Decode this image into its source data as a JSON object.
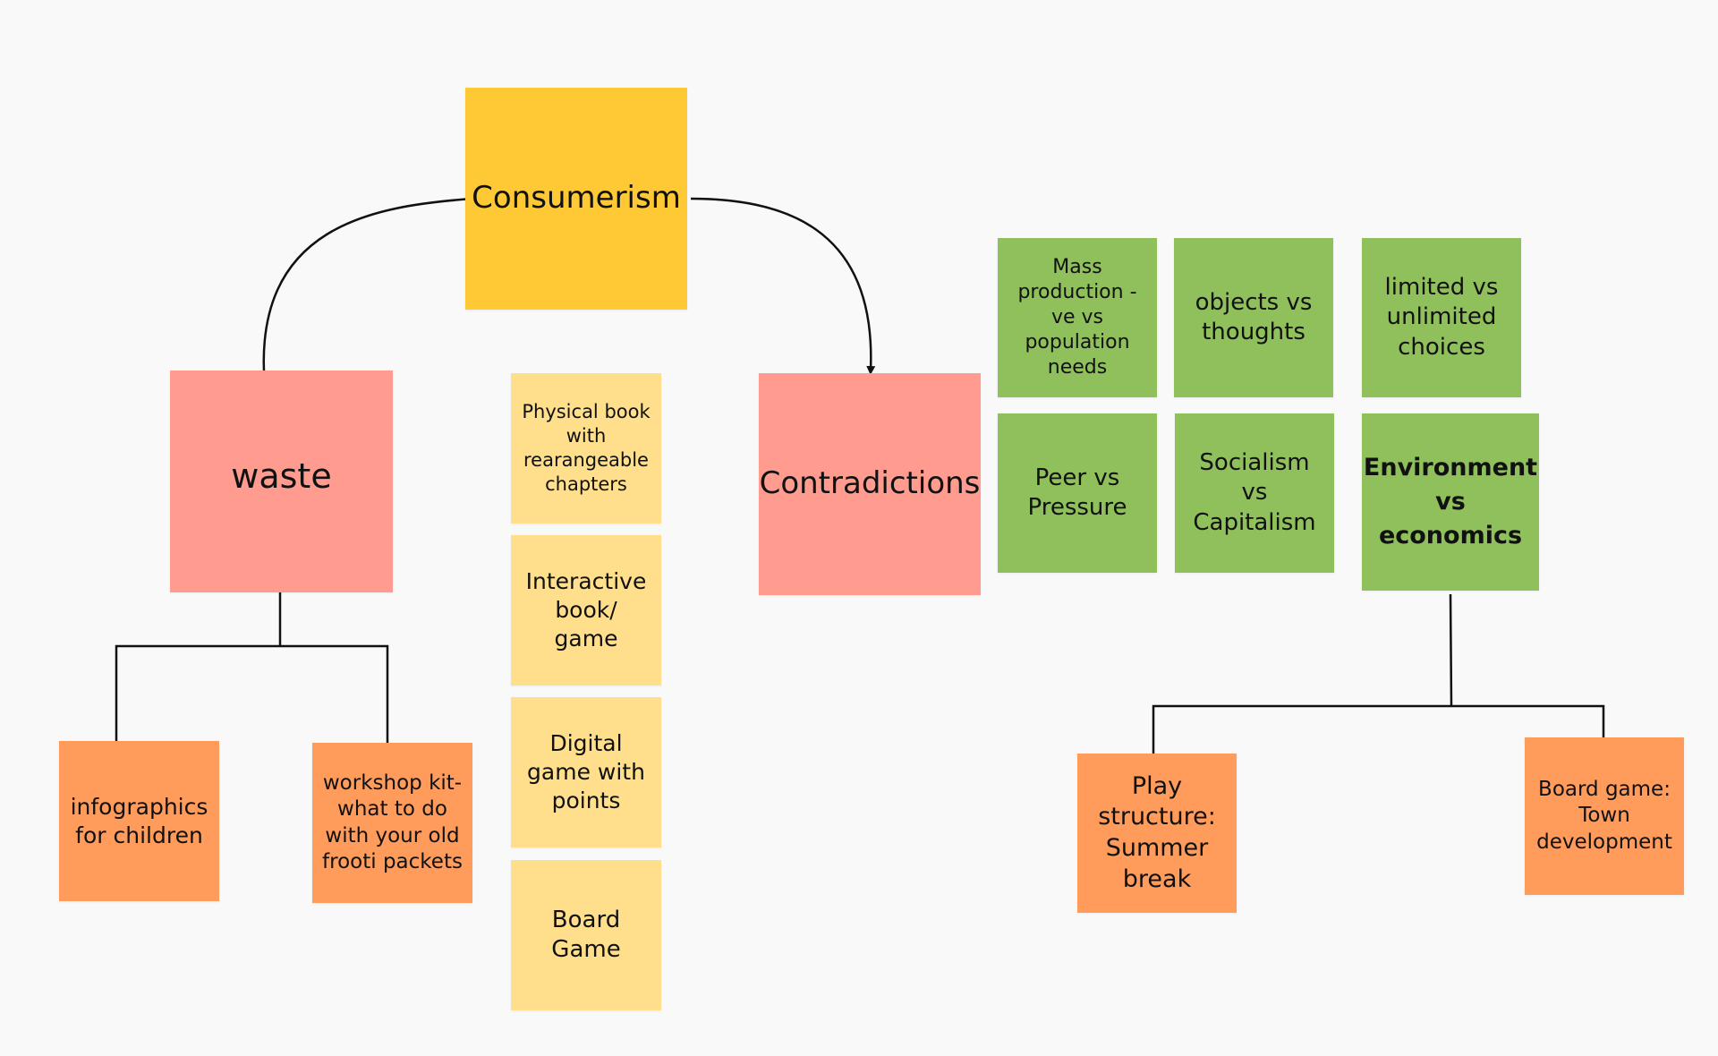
{
  "colors": {
    "background": "#f9f9f9",
    "root": "#FFC935",
    "category": "#FF9B8F",
    "idea": "#FFDF8B",
    "outcome": "#FF9C5C",
    "contradiction": "#8FC05B",
    "connector": "#111111"
  },
  "root": {
    "label": "Consumerism"
  },
  "waste": {
    "label": "waste",
    "children": [
      {
        "label": "infographics for children"
      },
      {
        "label": "workshop kit- what to do with your old frooti packets"
      }
    ]
  },
  "ideas": [
    {
      "label": "Physical book with rearangeable chapters"
    },
    {
      "label": "Interactive book/ game"
    },
    {
      "label": "Digital game with points"
    },
    {
      "label": "Board Game"
    }
  ],
  "contradictions": {
    "label": "Contradictions",
    "items": [
      {
        "label": "Mass production -ve vs population needs"
      },
      {
        "label": "objects vs thoughts"
      },
      {
        "label": "limited vs unlimited choices"
      },
      {
        "label": "Peer vs Pressure"
      },
      {
        "label": "Socialism vs Capitalism"
      },
      {
        "label": "Environment vs economics"
      }
    ]
  },
  "environment_outcomes": [
    {
      "label": "Play structure: Summer break"
    },
    {
      "label": "Board game: Town development"
    }
  ]
}
